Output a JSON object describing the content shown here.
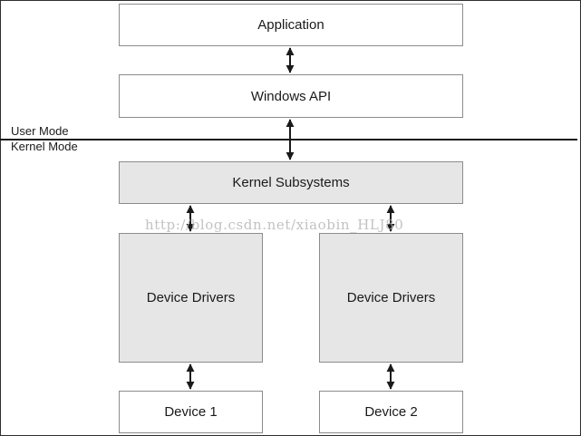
{
  "diagram": {
    "boxes": {
      "application": "Application",
      "windows_api": "Windows API",
      "kernel_subsystems": "Kernel Subsystems",
      "device_drivers_left": "Device Drivers",
      "device_drivers_right": "Device Drivers",
      "device_1": "Device 1",
      "device_2": "Device 2"
    },
    "boundary": {
      "user_mode": "User Mode",
      "kernel_mode": "Kernel Mode"
    },
    "watermark": "http://blog.csdn.net/xiaobin_HLJ80",
    "colors": {
      "box_fill": "#ffffff",
      "shaded_fill": "#e6e6e6",
      "border": "#8c8c8c",
      "line": "#1a1a1a"
    }
  }
}
